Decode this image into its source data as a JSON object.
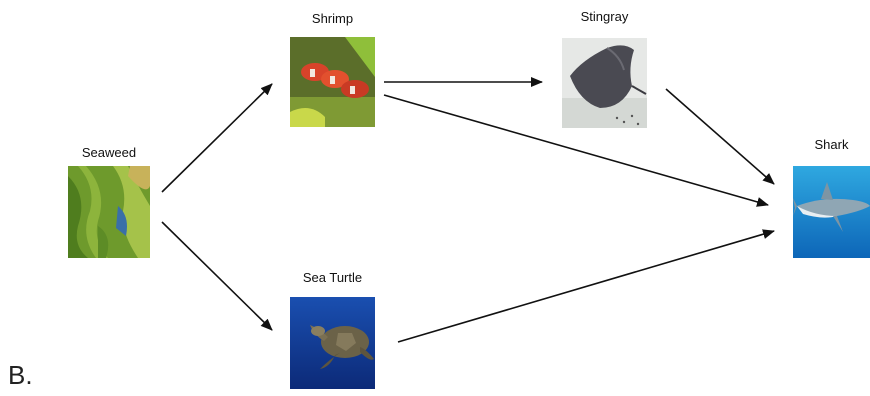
{
  "option_label": "B.",
  "nodes": {
    "seaweed": {
      "label": "Seaweed"
    },
    "shrimp": {
      "label": "Shrimp"
    },
    "stingray": {
      "label": "Stingray"
    },
    "sea_turtle": {
      "label": "Sea Turtle"
    },
    "shark": {
      "label": "Shark"
    }
  },
  "edges": [
    {
      "from": "Seaweed",
      "to": "Shrimp"
    },
    {
      "from": "Seaweed",
      "to": "Sea Turtle"
    },
    {
      "from": "Shrimp",
      "to": "Stingray"
    },
    {
      "from": "Shrimp",
      "to": "Shark"
    },
    {
      "from": "Stingray",
      "to": "Shark"
    },
    {
      "from": "Sea Turtle",
      "to": "Shark"
    }
  ],
  "arrow_color": "#111111"
}
